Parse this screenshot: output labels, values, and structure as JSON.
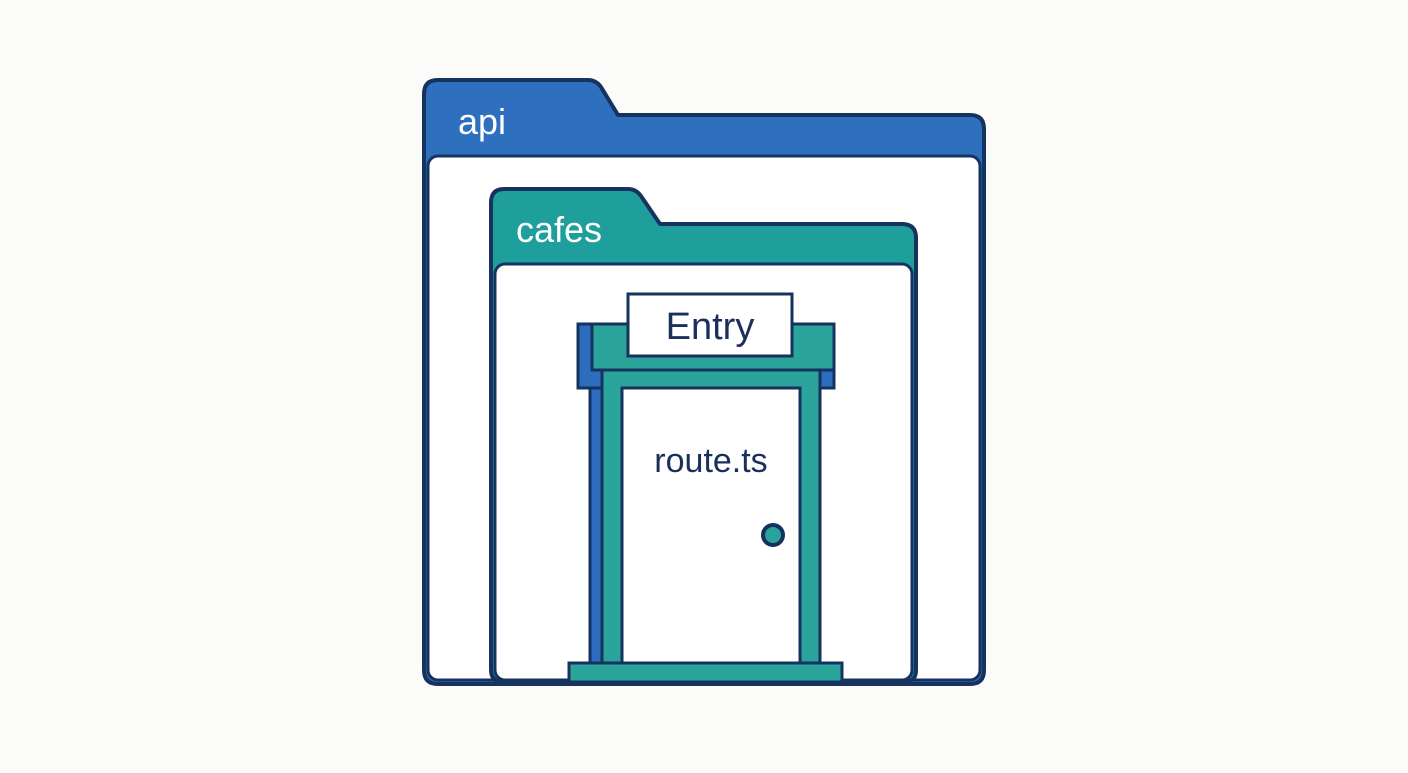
{
  "outer_folder": {
    "label": "api"
  },
  "inner_folder": {
    "label": "cafes"
  },
  "door": {
    "sign": "Entry",
    "file": "route.ts"
  },
  "colors": {
    "background": "#fbfbf9",
    "outline": "#16335f",
    "folder_blue": "#2e6fbe",
    "folder_teal": "#1f9f9c",
    "door_frame_teal": "#2aa39b",
    "door_frame_blue": "#2d6dbd",
    "panel": "#ffffff",
    "tab_text": "#ffffff",
    "door_text": "#1a2f5a"
  }
}
